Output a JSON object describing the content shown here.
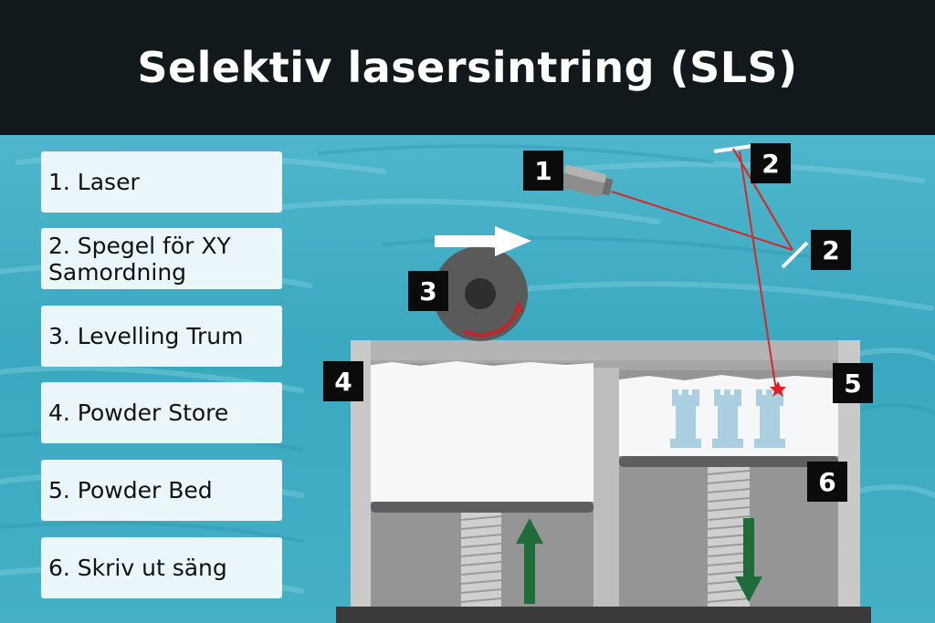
{
  "title": "Selektiv lasersintring (SLS)",
  "legend": [
    "1. Laser",
    "2. Spegel för XY Samordning",
    "3. Levelling Trum",
    "4. Powder Store",
    "5. Powder Bed",
    "6. Skriv ut säng"
  ],
  "badges": {
    "laser": "1",
    "mirror_top": "2",
    "mirror_right": "2",
    "drum": "3",
    "powder_store": "4",
    "powder_bed": "5",
    "print_bed": "6"
  },
  "colors": {
    "header": "#12191c",
    "water": "#3aa8c0",
    "laser_beam": "#d42a2a",
    "arrow_green": "#1f6b3a",
    "chamber": "#a4a4a4",
    "powder": "#f4f6f7",
    "parts": "#a9cfe0"
  }
}
